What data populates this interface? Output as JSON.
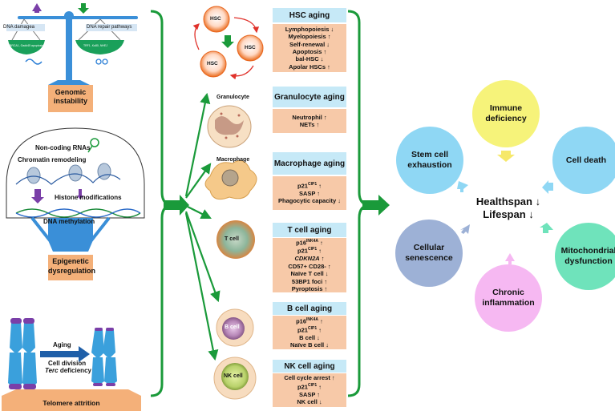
{
  "left": {
    "genomic": {
      "dna_damage": "DNA damagea",
      "dna_repair": "DNA repair pathways",
      "plate_left_text": "BRCA1, Gadd45 apoptosis",
      "plate_right_text": "TRF1, Ku80, NHEJ",
      "label": "Genomic instability"
    },
    "epigenetic": {
      "noncoding": "Non-coding RNAs",
      "chromatin": "Chromatin remodeling",
      "histone": "Histone modifications",
      "dna_methylation": "DNA methylation",
      "label": "Epigenetic dysregulation"
    },
    "telomere": {
      "aging": "Aging",
      "cell_division": "Cell division",
      "terc": "Terc",
      "deficiency": " deficiency",
      "label": "Telomere attrition"
    }
  },
  "cells": {
    "hsc": "HSC",
    "granulocyte": "Granulocyte",
    "macrophage": "Macrophage",
    "tcell": "T cell",
    "bcell": "B cell",
    "nkcell": "NK cell"
  },
  "panels": [
    {
      "title": "HSC aging",
      "lines": [
        "Lymphopoiesis ↓",
        "Myelopoiesis ↑",
        "Self-renewal ↓",
        "Apoptosis ↑",
        "bal-HSC ↓",
        "Apolar HSCs ↑"
      ]
    },
    {
      "title": "Granulocyte aging",
      "lines": [
        "Neutrophil ↑",
        "NETs ↑"
      ]
    },
    {
      "title": "Macrophage aging",
      "lines": [
        "p21CIP1 ↑",
        "SASP ↑",
        "Phagocytic capacity ↓"
      ]
    },
    {
      "title": "T cell aging",
      "lines": [
        "p16INK4A ↑",
        "p21CIP1 ↑",
        "CDKN2A ↑",
        "CD57+ CD28- ↑",
        "Naïve T cell ↓",
        "53BP1 foci ↑",
        "Pyroptosis ↑"
      ]
    },
    {
      "title": "B cell aging",
      "lines": [
        "p16INK4A ↑",
        "p21CIP1 ↑",
        "B cell ↓",
        "Naïve B cell ↓"
      ]
    },
    {
      "title": "NK cell aging",
      "lines": [
        "Cell cycle arrest ↑",
        "p21CIP1 ↑",
        "SASP ↑",
        "NK cell ↓"
      ]
    }
  ],
  "outcomes": {
    "center": [
      "Healthspan ↓",
      "Lifespan ↓"
    ],
    "immune": "Immune deficiency",
    "death": "Cell death",
    "mito": "Mitochondrial dysfunction",
    "chronic": "Chronic inflammation",
    "senescence": "Cellular senescence",
    "stem": "Stem cell exhaustion"
  },
  "colors": {
    "green": "#1a9a3a",
    "panel_title": "#c6e9f7",
    "panel_body": "#f7c9a8",
    "immune": "#f6f37a",
    "death": "#8fd7f4",
    "mito": "#6fe3bb",
    "chronic": "#f6b8f2",
    "senescence": "#9db1d6",
    "stem": "#8fd7f4"
  }
}
